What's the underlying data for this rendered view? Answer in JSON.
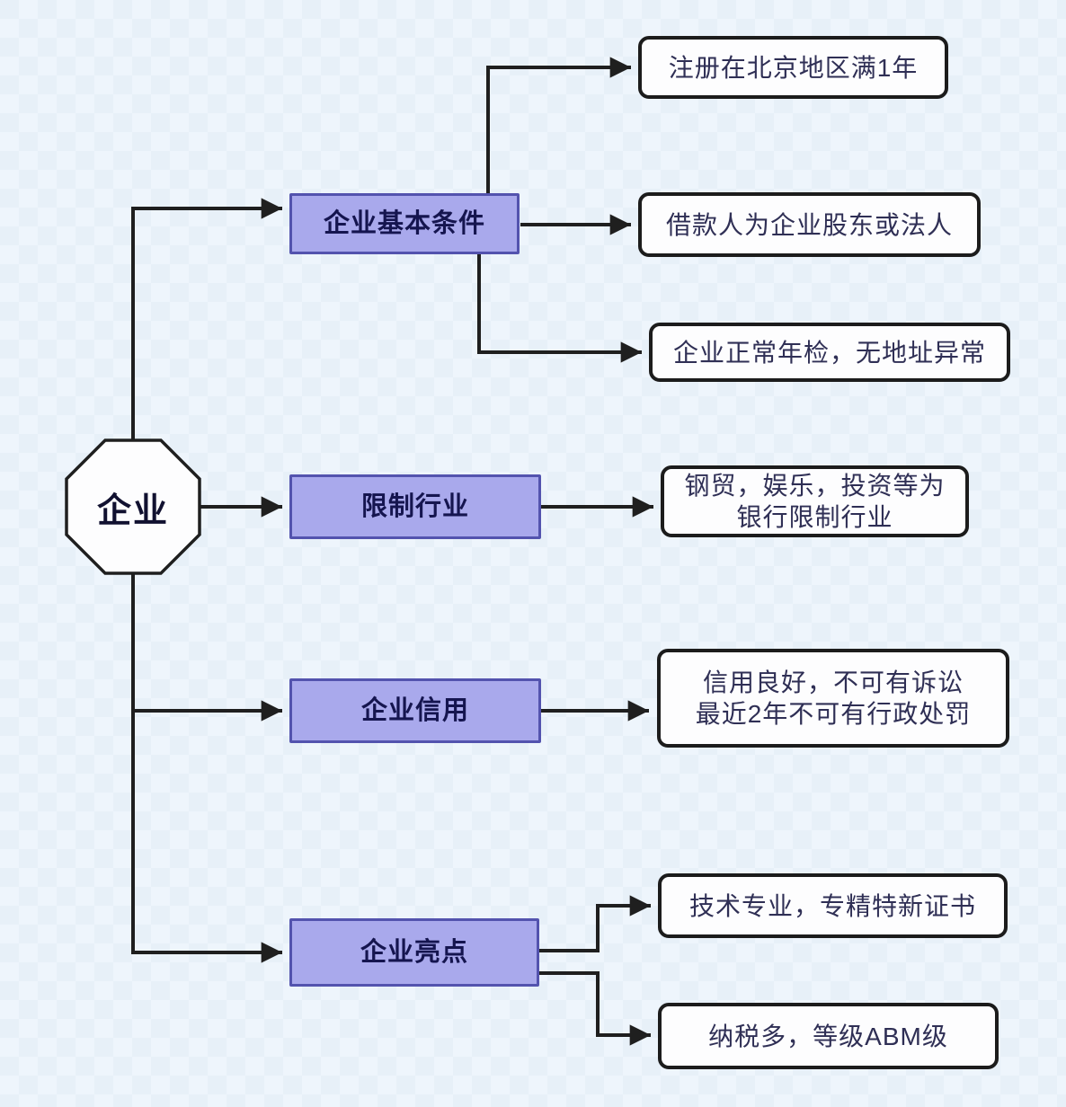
{
  "diagram": {
    "type": "flowchart",
    "root": {
      "label": "企业",
      "shape": "octagon"
    },
    "category_nodes": [
      {
        "label": "企业基本条件"
      },
      {
        "label": "限制行业"
      },
      {
        "label": "企业信用"
      },
      {
        "label": "企业亮点"
      }
    ],
    "detail_boxes": [
      {
        "lines": [
          "注册在北京地区满1年"
        ]
      },
      {
        "lines": [
          "借款人为企业股东或法人"
        ]
      },
      {
        "lines": [
          "企业正常年检，无地址异常"
        ]
      },
      {
        "lines": [
          "钢贸，娱乐，投资等为",
          "银行限制行业"
        ]
      },
      {
        "lines": [
          "信用良好，不可有诉讼",
          "最近2年不可有行政处罚"
        ]
      },
      {
        "lines": [
          "技术专业，专精特新证书"
        ]
      },
      {
        "lines": [
          "纳税多，等级ABM级"
        ]
      }
    ],
    "edges": [
      {
        "from": "企业",
        "to": "企业基本条件"
      },
      {
        "from": "企业",
        "to": "限制行业"
      },
      {
        "from": "企业",
        "to": "企业信用"
      },
      {
        "from": "企业",
        "to": "企业亮点"
      },
      {
        "from": "企业基本条件",
        "to": "注册在北京地区满1年"
      },
      {
        "from": "企业基本条件",
        "to": "借款人为企业股东或法人"
      },
      {
        "from": "企业基本条件",
        "to": "企业正常年检，无地址异常"
      },
      {
        "from": "限制行业",
        "to": "钢贸，娱乐，投资等为银行限制行业"
      },
      {
        "from": "企业信用",
        "to": "信用良好，不可有诉讼最近2年不可有行政处罚"
      },
      {
        "from": "企业亮点",
        "to": "技术专业，专精特新证书"
      },
      {
        "from": "企业亮点",
        "to": "纳税多，等级ABM级"
      }
    ],
    "colors": {
      "background": "#ecf4fb",
      "category_fill": "#a9a9ec",
      "category_border": "#5353ae",
      "category_text": "#15154f",
      "detail_fill": "#fdfdfe",
      "detail_border": "#1c1c1c",
      "detail_text": "#2f2f55",
      "connector": "#1f1f1f"
    }
  }
}
